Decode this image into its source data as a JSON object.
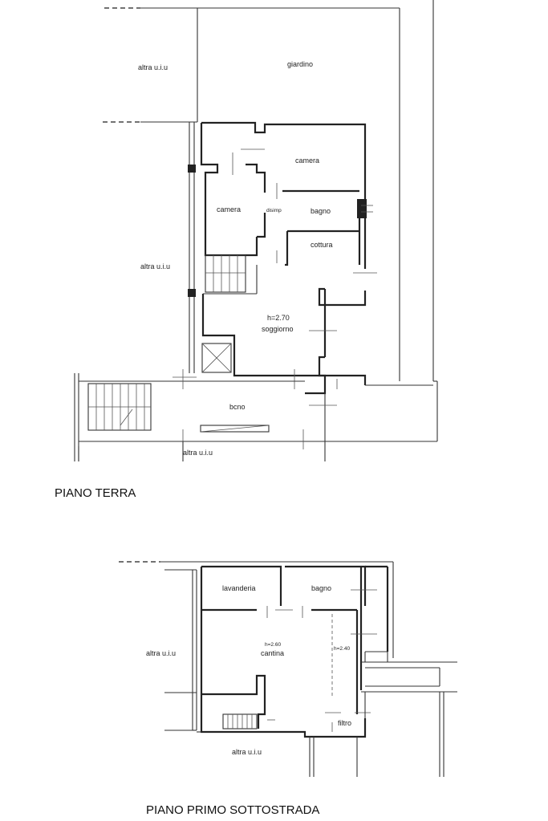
{
  "ground_floor": {
    "title": "PIANO TERRA",
    "rooms": {
      "altra_top": "altra u.i.u",
      "giardino": "giardino",
      "camera_1": "camera",
      "camera_2": "camera",
      "disimp": "disimp",
      "bagno": "bagno",
      "cottura": "cottura",
      "altra_mid": "altra u.i.u",
      "height": "h=2.70",
      "soggiorno": "soggiorno",
      "bcno": "bcno",
      "altra_bottom": "altra u.i.u"
    }
  },
  "basement": {
    "title": "PIANO PRIMO SOTTOSTRADA",
    "rooms": {
      "lavanderia": "lavanderia",
      "bagno": "bagno",
      "height_cantina": "h=2.60",
      "cantina": "cantina",
      "height_right": "h=2.40",
      "altra_left": "altra u.i.u",
      "filtro": "filtro",
      "altra_bottom": "altra u.i.u"
    }
  }
}
